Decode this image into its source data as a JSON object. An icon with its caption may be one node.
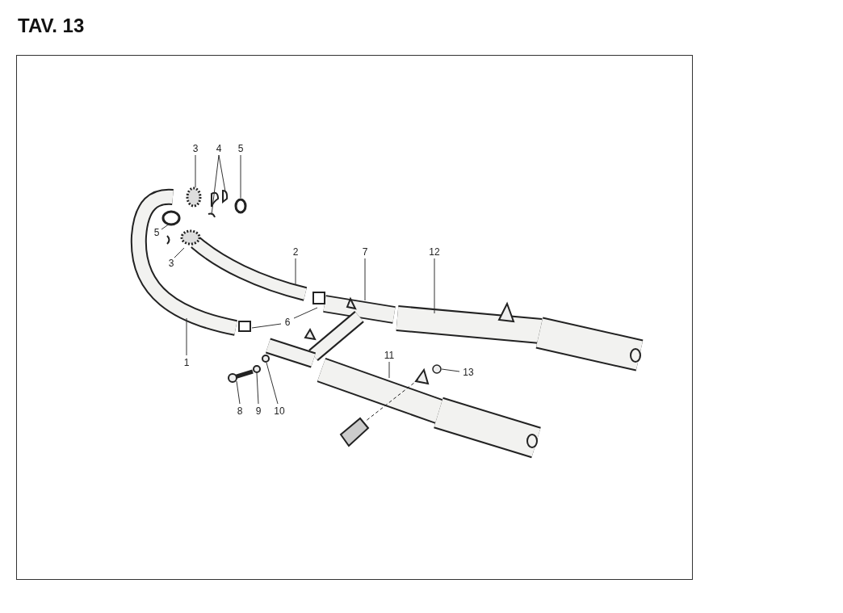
{
  "diagram": {
    "title": "TAV. 13",
    "nodes": [
      {
        "text": [
          "3"
        ]
      },
      {
        "text": [
          "4"
        ]
      },
      {
        "text": [
          "5"
        ]
      },
      {
        "text": [
          "5"
        ]
      },
      {
        "text": [
          "3"
        ]
      },
      {
        "text": [
          "2"
        ]
      },
      {
        "text": [
          "7"
        ]
      },
      {
        "text": [
          "12"
        ]
      },
      {
        "text": [
          "6"
        ]
      },
      {
        "text": [
          "1"
        ]
      },
      {
        "text": [
          "11"
        ]
      },
      {
        "text": [
          "13"
        ]
      },
      {
        "text": [
          "8"
        ]
      },
      {
        "text": [
          "9"
        ]
      },
      {
        "text": [
          "10"
        ]
      }
    ],
    "edges": [
      {
        "from": 0,
        "to": null,
        "arrow": "none"
      },
      {
        "from": 1,
        "to": null,
        "arrow": "none"
      },
      {
        "from": 1,
        "to": null,
        "arrow": "none"
      },
      {
        "from": 2,
        "to": null,
        "arrow": "none"
      },
      {
        "from": 3,
        "to": null,
        "arrow": "none"
      },
      {
        "from": 4,
        "to": null,
        "arrow": "none"
      },
      {
        "from": 5,
        "to": null,
        "arrow": "none"
      },
      {
        "from": 6,
        "to": null,
        "arrow": "none"
      },
      {
        "from": 7,
        "to": null,
        "arrow": "none"
      },
      {
        "from": 8,
        "to": null,
        "arrow": "none"
      },
      {
        "from": 8,
        "to": null,
        "arrow": "none"
      },
      {
        "from": 9,
        "to": null,
        "arrow": "none"
      },
      {
        "from": 10,
        "to": null,
        "arrow": "none"
      },
      {
        "from": 11,
        "to": null,
        "arrow": "none"
      },
      {
        "from": 12,
        "to": null,
        "arrow": "none"
      },
      {
        "from": 13,
        "to": null,
        "arrow": "none"
      },
      {
        "from": 14,
        "to": null,
        "arrow": "none"
      }
    ]
  }
}
